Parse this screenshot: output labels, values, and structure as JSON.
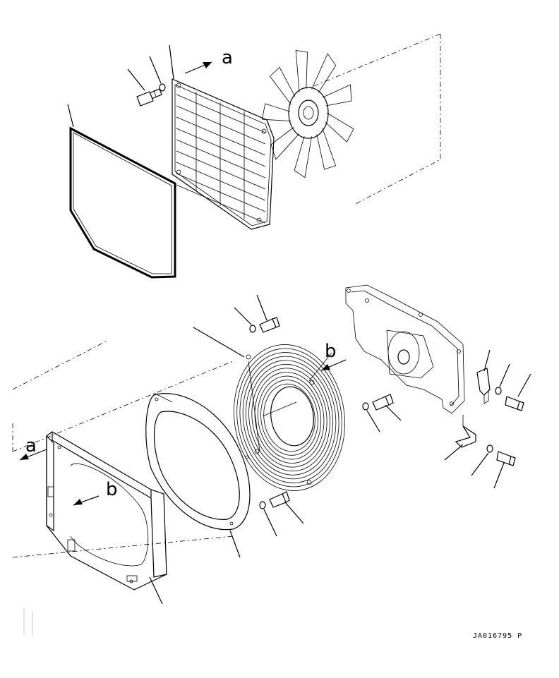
{
  "callouts": {
    "a_top": "a",
    "a_left": "a",
    "b_right": "b",
    "b_left": "b"
  },
  "drawing_code": "JA016795 P"
}
